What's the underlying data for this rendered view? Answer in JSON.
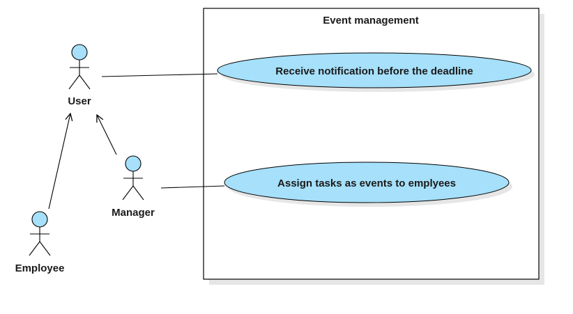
{
  "system": {
    "title": "Event management"
  },
  "use_cases": [
    {
      "id": "uc1",
      "label": "Receive notification before the deadline"
    },
    {
      "id": "uc2",
      "label": "Assign tasks as events to emplyees"
    }
  ],
  "actors": [
    {
      "id": "user",
      "label": "User"
    },
    {
      "id": "manager",
      "label": "Manager"
    },
    {
      "id": "employee",
      "label": "Employee"
    }
  ],
  "colors": {
    "use_case_fill": "#a6e0fa",
    "actor_head_fill": "#a6e0fa",
    "stroke": "#000000",
    "shadow": "#e6e6e6"
  }
}
